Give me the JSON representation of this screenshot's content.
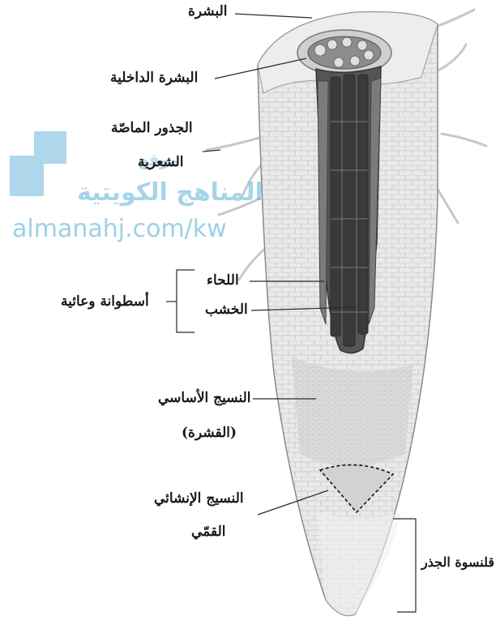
{
  "labels": {
    "epidermis": "البشرة",
    "endodermis": "البشرة الداخلية",
    "root_hairs_line1": "الجذور الماصّة",
    "root_hairs_line2": "الشعرية",
    "phloem": "اللحاء",
    "xylem": "الخشب",
    "vascular_cylinder": "أسطوانة وعائية",
    "ground_tissue_line1": "النسيج الأساسي",
    "ground_tissue_line2": "(القشرة)",
    "apical_meristem_line1": "النسيج الإنشائي",
    "apical_meristem_line2": "القمّي",
    "root_cap": "قلنسوة الجذر"
  },
  "watermark": {
    "arabic_small": "موقع",
    "arabic": "المناهج الكويتية",
    "url": "almanahj.com/kw"
  },
  "colors": {
    "cortex_fill": "#e6e6e6",
    "vascular_dark": "#4a4a4a",
    "line": "#2a2a2a",
    "watermark": "#5fb1d8"
  }
}
